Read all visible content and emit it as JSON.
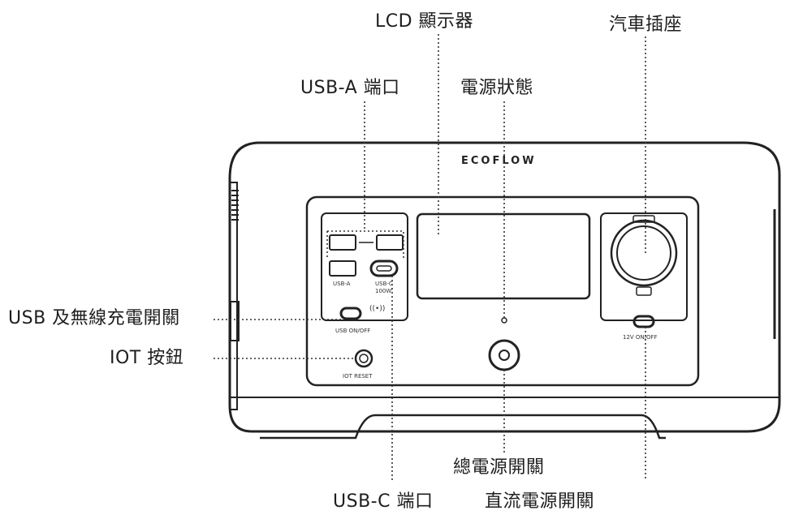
{
  "callouts": {
    "lcd": "LCD 顯示器",
    "car_socket": "汽車插座",
    "usb_a": "USB-A 端口",
    "power_status": "電源狀態",
    "usb_wireless_switch": "USB 及無線充電開關",
    "iot_button": "IOT 按鈕",
    "main_power": "總電源開關",
    "usb_c": "USB-C 端口",
    "dc_power": "直流電源開關"
  },
  "device_labels": {
    "brand": "ECOFLOW",
    "usb_a": "USB-A",
    "usb_c": "USB-C",
    "usb_c_watts": "100W",
    "usb_switch": "USB ON/OFF",
    "iot_reset": "IOT RESET",
    "dc_switch": "12V ON/OFF"
  },
  "colors": {
    "stroke": "#222222",
    "leader": "#333333"
  }
}
